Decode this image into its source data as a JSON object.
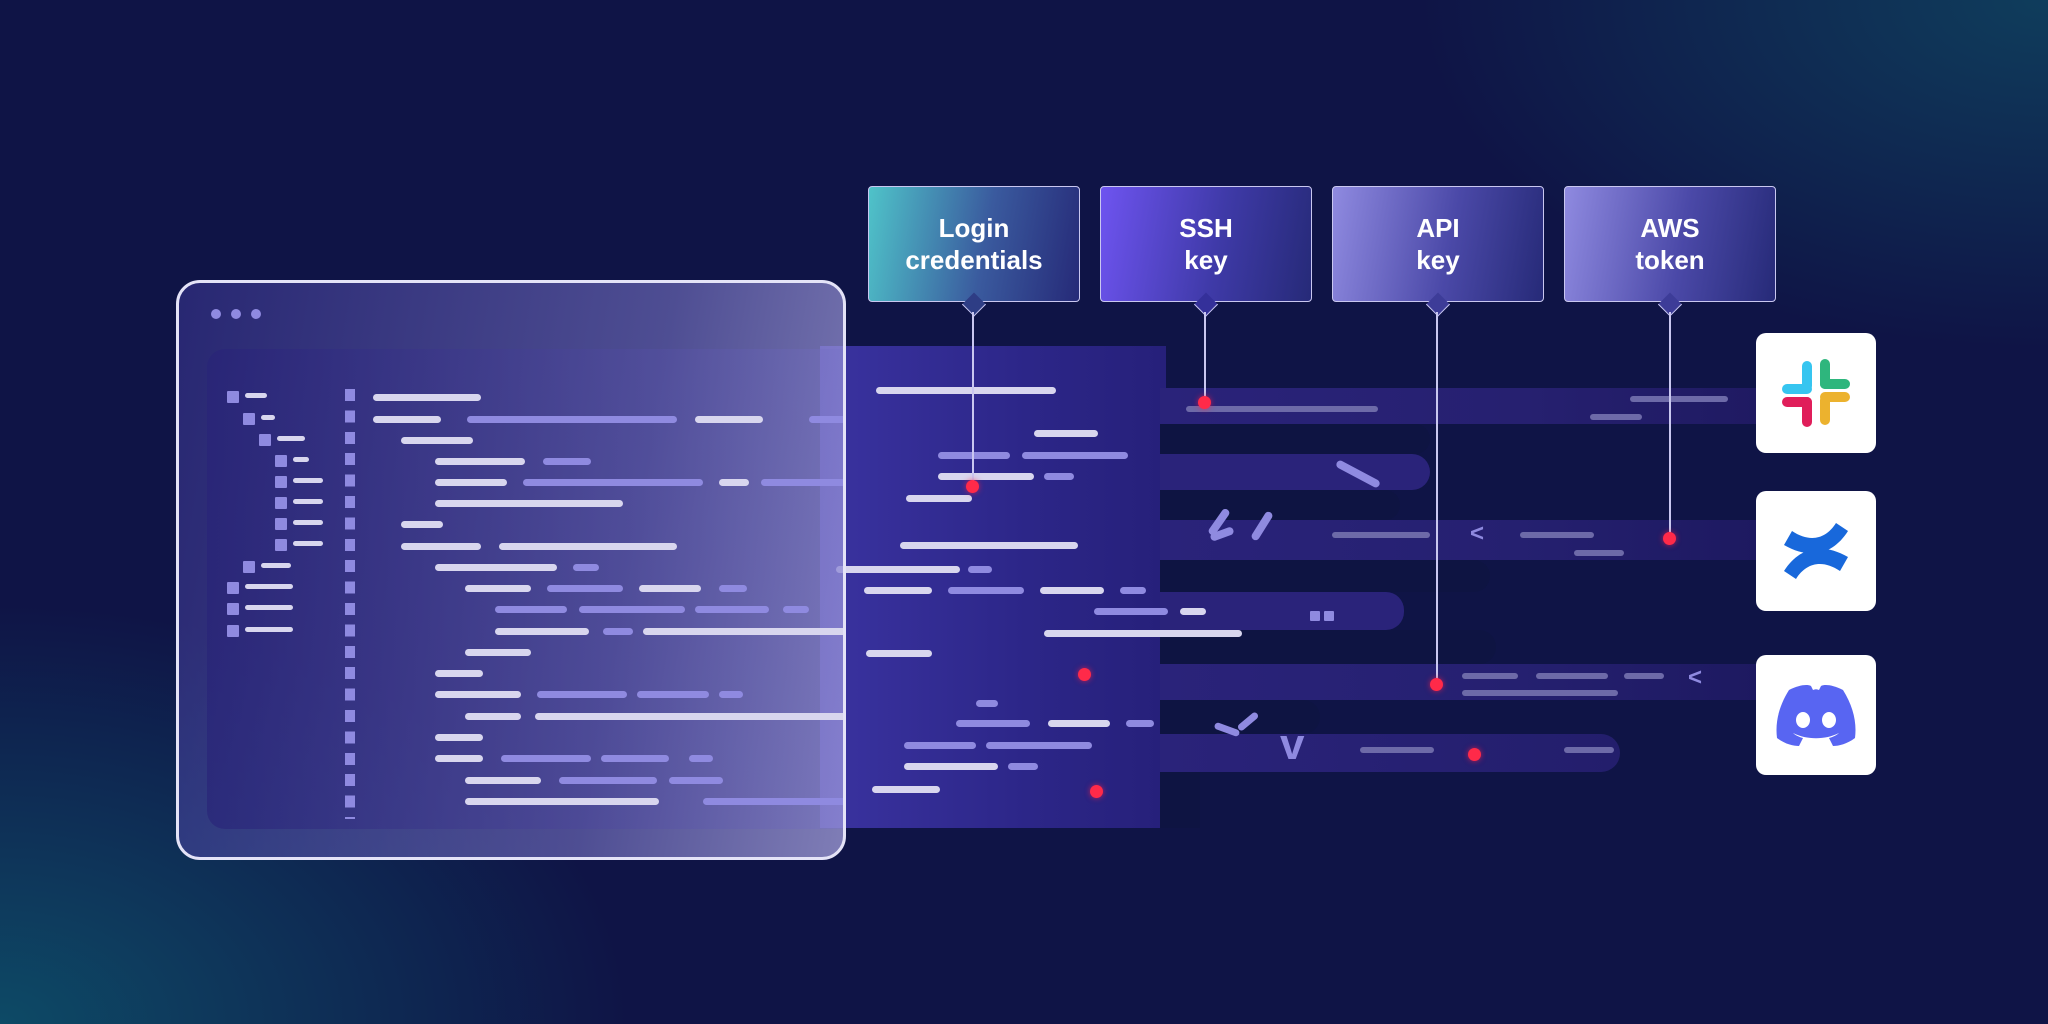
{
  "callouts": {
    "login": "Login\ncredentials",
    "ssh": "SSH\nkey",
    "api": "API\nkey",
    "aws": "AWS\ntoken"
  },
  "apps": {
    "slack_icon": "slack-icon",
    "confluence_icon": "confluence-icon",
    "discord_icon": "discord-icon"
  },
  "colors": {
    "background": "#0f1446",
    "accent_purple": "#8f8ae0",
    "leak_dot": "#ff2a49",
    "slack_red": "#e01e5a",
    "slack_blue": "#36c5f0",
    "slack_green": "#2eb67d",
    "slack_yellow": "#ecb22e",
    "confluence_blue": "#1868db",
    "discord_blurple": "#5865f2"
  }
}
